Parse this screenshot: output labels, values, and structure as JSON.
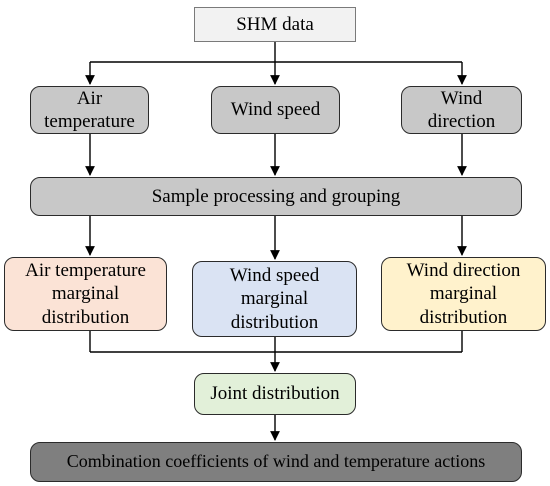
{
  "nodes": {
    "shm": {
      "label": "SHM data",
      "fill": "#f2f2f2"
    },
    "air": {
      "label": "Air\ntemperature",
      "fill": "#c8c8c8"
    },
    "wind_speed": {
      "label": "Wind speed",
      "fill": "#c8c8c8"
    },
    "wind_dir": {
      "label": "Wind\ndirection",
      "fill": "#c8c8c8"
    },
    "sample": {
      "label": "Sample processing and grouping",
      "fill": "#c8c8c8"
    },
    "air_marg": {
      "label": "Air temperature\nmarginal\ndistribution",
      "fill": "#fbe3d6"
    },
    "speed_marg": {
      "label": "Wind speed\nmarginal\ndistribution",
      "fill": "#dae3f3"
    },
    "dir_marg": {
      "label": "Wind direction\nmarginal\ndistribution",
      "fill": "#fff2cc"
    },
    "joint": {
      "label": "Joint distribution",
      "fill": "#e2f0d9"
    },
    "combo": {
      "label": "Combination coefficients of wind and temperature actions",
      "fill": "#7f7f7f"
    }
  },
  "colors": {
    "line": "#000000",
    "border": "#2b2b2b"
  }
}
